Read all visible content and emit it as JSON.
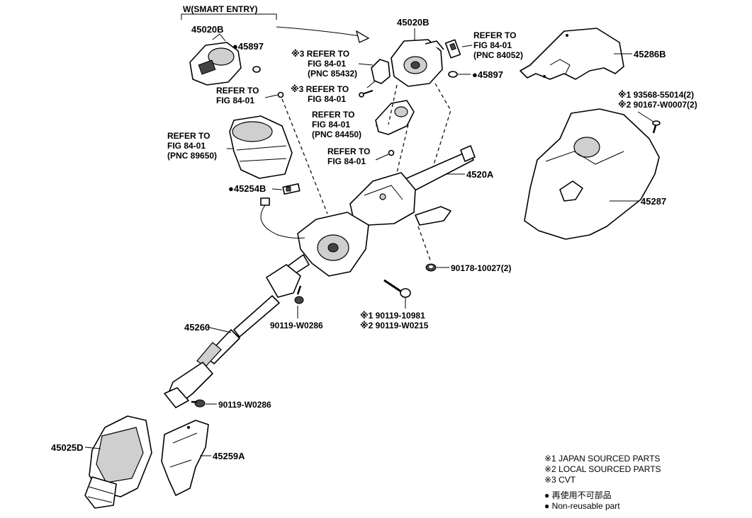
{
  "smart_entry": {
    "title": "W(SMART ENTRY)",
    "part": "45020B",
    "bolt": "●45897"
  },
  "parts": {
    "p45020B": "45020B",
    "p45897": "●45897",
    "p45286B": "45286B",
    "p45287": "45287",
    "p4520A": "4520A",
    "p45254B": "●45254B",
    "p90178": "90178-10027(2)",
    "p90119_w0286_a": "90119-W0286",
    "p90119_w0286_b": "90119-W0286",
    "p45260": "45260",
    "p45025D": "45025D",
    "p45259A": "45259A",
    "bolt_j": "※1 90119-10981",
    "bolt_l": "※2 90119-W0215",
    "screw_j": "※1 93568-55014(2)",
    "screw_l": "※2 90167-W0007(2)"
  },
  "refs": {
    "r84052": [
      "REFER TO",
      "FIG 84-01",
      "(PNC 84052)"
    ],
    "r85432": [
      "※3 REFER TO",
      "FIG 84-01",
      "(PNC 85432)"
    ],
    "r_mid": [
      "※3 REFER TO",
      "FIG 84-01"
    ],
    "r_left_top": [
      "REFER TO",
      "FIG 84-01"
    ],
    "r84450": [
      "REFER TO",
      "FIG 84-01",
      "(PNC 84450)"
    ],
    "r89650": [
      "REFER TO",
      "FIG 84-01",
      "(PNC 89650)"
    ],
    "r_lower": [
      "REFER TO",
      "FIG 84-01"
    ]
  },
  "legend": {
    "l1": "※1 JAPAN SOURCED PARTS",
    "l2": "※2 LOCAL SOURCED PARTS",
    "l3": "※3 CVT",
    "l4": "● 再使用不可部品",
    "l5": "● Non-reusable part"
  }
}
